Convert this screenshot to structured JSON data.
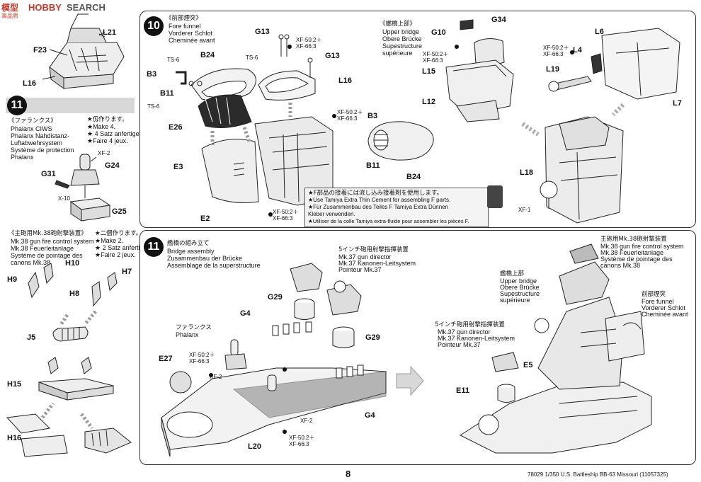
{
  "header": {
    "logo": "模型",
    "brand_left": "HOBBY",
    "brand_right": "SEARCH",
    "sub": "高品质"
  },
  "left": {
    "top_labels": {
      "l21": "L21",
      "f23": "F23",
      "l16": "L16"
    },
    "step11": {
      "number": "11",
      "title_jp": "《ファランクス》",
      "title_lines": [
        "Phalanx CIWS",
        "Phalanx Nahdistanz-",
        "Luftabwehrsystem",
        "Système de protection",
        "Phalanx"
      ],
      "make_lines": [
        "★仭作ります。",
        "★Make 4.",
        "★ 4 Satz anfertigen.",
        "★Faire 4 jeux."
      ],
      "labels": {
        "xf2": "XF-2",
        "g24": "G24",
        "g31": "G31",
        "x10": "X-10",
        "g25": "G25"
      }
    },
    "mk38": {
      "title_jp": "《主砲用Mk.38砲射撃装置》",
      "title_lines": [
        "Mk.38 gun fire control system",
        "Mk.38 Feuerleitanlage",
        "Système de pointage des",
        "canons Mk.38"
      ],
      "make_lines": [
        "★二個作ります。",
        "★Make 2.",
        "★ 2 Satz anfertigen.",
        "★Faire 2 jeux."
      ],
      "labels": {
        "h10": "H10",
        "h9": "H9",
        "h7": "H7",
        "h8": "H8",
        "j5": "J5",
        "h15": "H15",
        "h16": "H16"
      }
    }
  },
  "step10": {
    "number": "10",
    "title_jp": "《前部煙突》",
    "title_lines": [
      "Fore funnel",
      "Vorderer Schlot",
      "Cheminée avant"
    ],
    "labels": {
      "ts6a": "TS-6",
      "b24": "B24",
      "ts6b": "TS-6",
      "b3": "B3",
      "b11": "B11",
      "ts6c": "TS-6",
      "e26": "E26",
      "e3": "E3",
      "e2": "E2",
      "g13a": "G13",
      "g13b": "G13",
      "l16": "L16"
    },
    "paints": [
      {
        "a": "XF-50:2＋",
        "b": "XF-66:3"
      },
      {
        "a": "XF-50:2＋",
        "b": "XF-66:3"
      },
      {
        "a": "XF-50:2＋",
        "b": "XF-66:3"
      }
    ],
    "detail": {
      "b3": "B3",
      "b11": "B11",
      "b24": "B24"
    },
    "note_lines": [
      "★F部品の接着には流し込み接着剤を使用します。",
      "★Use Tamiya Extra Thin Cement for assembling F parts.",
      "★Für Zusammenbau des Teiles F Tamiya Extra Dünnen",
      "Kleber verwenden.",
      "★Utiliser de la colle Tamiya extra-fluide pour assembler les pièces F."
    ]
  },
  "upper_bridge": {
    "title_jp": "《艦橋上部》",
    "title_lines": [
      "Upper bridge",
      "Obere Brücke",
      "Supestructure",
      "supérieure"
    ],
    "labels": {
      "g10": "G10",
      "g34": "G34",
      "l15": "L15",
      "l12": "L12",
      "l6": "L6",
      "l4": "L4",
      "l19": "L19",
      "l7": "L7",
      "l18": "L18",
      "xf1": "XF-1"
    },
    "paints": [
      {
        "a": "XF-50:2＋",
        "b": "XF-66:3"
      },
      {
        "a": "XF-50:2＋",
        "b": "XF-66:3"
      }
    ]
  },
  "step11b": {
    "number": "11",
    "title_jp": "艦橋の組み立て",
    "title_lines": [
      "Bridge assembly",
      "Zusammenbau der Brücke",
      "Assemblage de la superstructure"
    ],
    "director_jp": "5インチ砲用射撃指揮装置",
    "director_lines": [
      "Mk.37 gun director",
      "Mk.37 Kanonen-Leitsystem",
      "Pointeur Mk.37"
    ],
    "phalanx_jp": "ファランクス",
    "phalanx": "Phalanx",
    "labels": {
      "g29a": "G29",
      "g4a": "G4",
      "g29b": "G29",
      "e27": "E27",
      "xf2a": "XF-2",
      "xf2b": "XF-2",
      "l20": "L20",
      "g4b": "G4"
    },
    "paints": [
      {
        "a": "XF-50:2＋",
        "b": "XF-66:3"
      },
      {
        "a": "XF-50:2＋",
        "b": "XF-66:3"
      }
    ]
  },
  "right_assembly": {
    "mk38_jp": "主砲用Mk.38砲射撃装置",
    "mk38_lines": [
      "Mk.38 gun fire control system",
      "Mk.38 Feuerleitanlage",
      "Système de pointage des",
      "canons Mk.38"
    ],
    "upper_jp": "艦橋上部",
    "upper_lines": [
      "Upper bridge",
      "Obere Brücke",
      "Supestructure",
      "supérieure"
    ],
    "funnel_jp": "前部煙突",
    "funnel_lines": [
      "Fore funnel",
      "Vorderer Schlot",
      "Cheminée avant"
    ],
    "director_jp": "5インチ砲用射撃指揮装置",
    "director_lines": [
      "Mk.37 gun director",
      "Mk.37 Kanonen-Leitsystem",
      "Pointeur Mk.37"
    ],
    "labels": {
      "e5": "E5",
      "e11": "E11"
    }
  },
  "footer": {
    "page": "8",
    "code": "78029  1/350 U.S. Battleship BB-63 Missouri (11057325)"
  }
}
